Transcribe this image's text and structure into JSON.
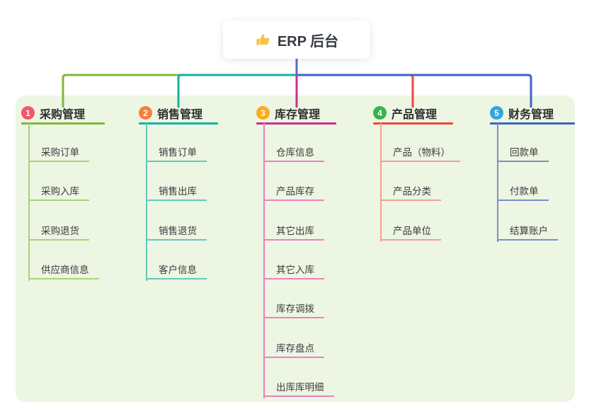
{
  "root": {
    "title": "ERP 后台",
    "icon": "thumbs-up-icon"
  },
  "canvas": {
    "panel_color": "#ecf6e3",
    "stem_color": "#5b6bc0",
    "root_text_color": "#363a43",
    "thumb_color": "#f6c344"
  },
  "branches": [
    {
      "num": "1",
      "label": "采购管理",
      "badge_color": "#f25670",
      "line_color": "#7cb93e",
      "child_line_color": "#a9d279",
      "children": [
        "采购订单",
        "采购入库",
        "采购退货",
        "供应商信息"
      ]
    },
    {
      "num": "2",
      "label": "销售管理",
      "badge_color": "#f5803b",
      "line_color": "#12b3a2",
      "child_line_color": "#63c8ba",
      "children": [
        "销售订单",
        "销售出库",
        "销售退货",
        "客户信息"
      ]
    },
    {
      "num": "3",
      "label": "库存管理",
      "badge_color": "#fbab1b",
      "line_color": "#cb2f92",
      "child_line_color": "#ee7fc0",
      "children": [
        "仓库信息",
        "产品库存",
        "其它出库",
        "其它入库",
        "库存调拨",
        "库存盘点",
        "出库库明细"
      ]
    },
    {
      "num": "4",
      "label": "产品管理",
      "badge_color": "#34b44a",
      "line_color": "#ee4540",
      "child_line_color": "#f49e97",
      "children": [
        "产品（物料）",
        "产品分类",
        "产品单位"
      ]
    },
    {
      "num": "5",
      "label": "财务管理",
      "badge_color": "#2ea6de",
      "line_color": "#3f63c5",
      "child_line_color": "#7b8fc9",
      "children": [
        "回款单",
        "付款单",
        "结算账户"
      ]
    }
  ]
}
